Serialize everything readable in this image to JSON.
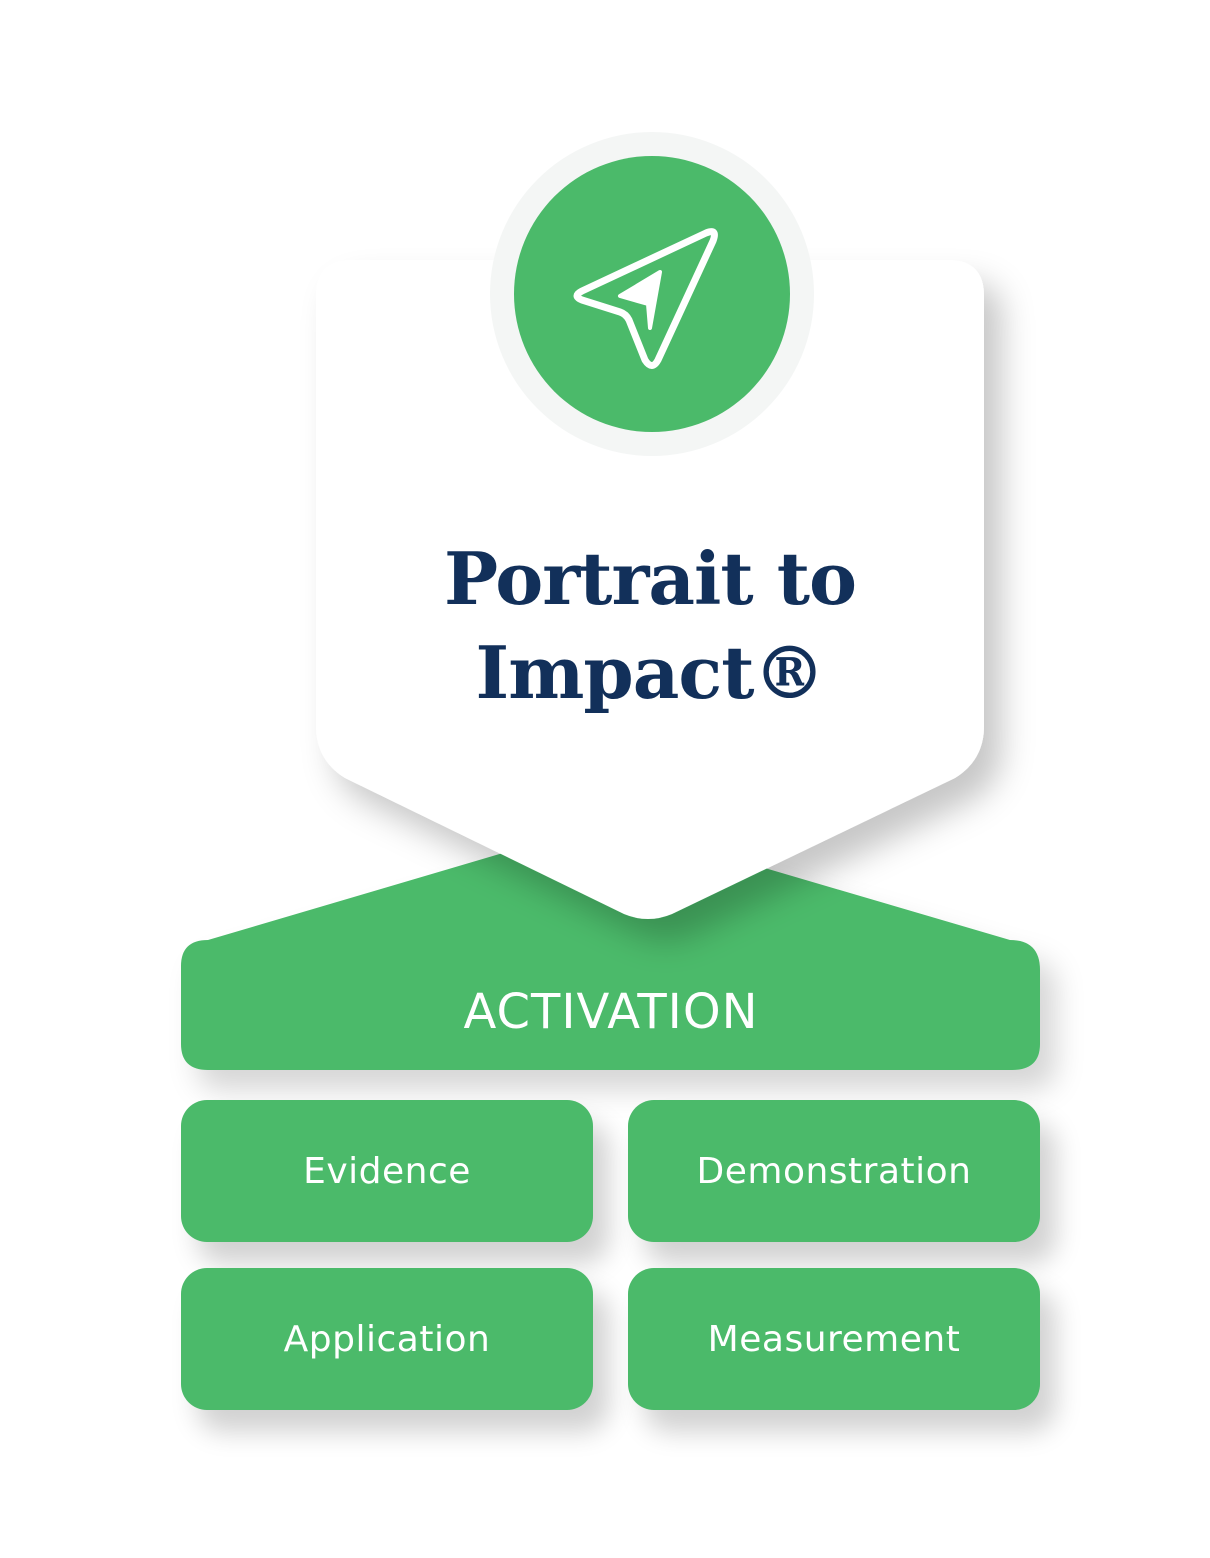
{
  "title": {
    "line1": "Portrait to",
    "line2": "Impact®"
  },
  "icon": {
    "name": "navigation-arrow-icon",
    "background": "#4bba6a"
  },
  "banner": {
    "label": "ACTIVATION"
  },
  "components": [
    {
      "label": "Evidence"
    },
    {
      "label": "Demonstration"
    },
    {
      "label": "Application"
    },
    {
      "label": "Measurement"
    }
  ],
  "colors": {
    "green": "#4bba6a",
    "navy": "#12305a",
    "white": "#ffffff",
    "halo": "#f4f6f5"
  }
}
